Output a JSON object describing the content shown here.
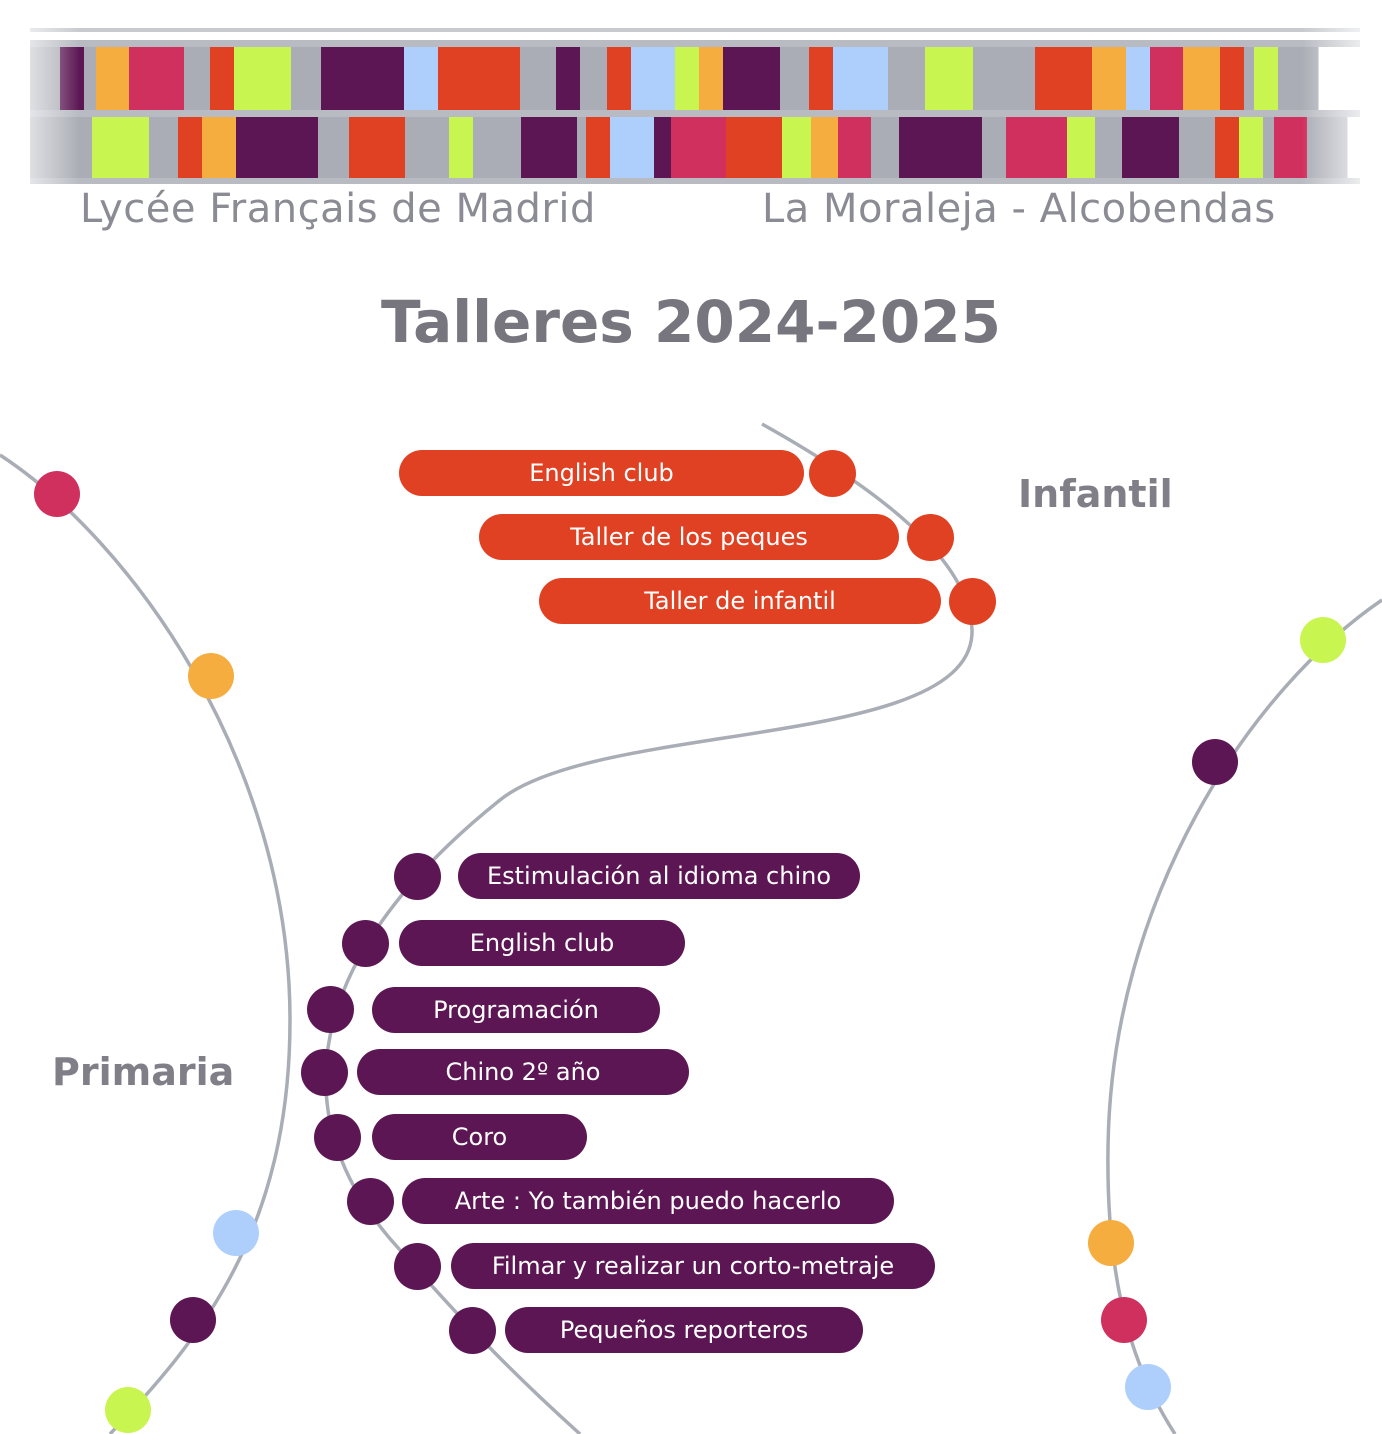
{
  "header": {
    "school_name": "Lycée Français de Madrid",
    "school_location": "La Moraleja - Alcobendas"
  },
  "title": "Talleres 2024-2025",
  "sections": {
    "infantil": {
      "label": "Infantil",
      "color": "#e04123",
      "workshops": [
        {
          "label": "English club"
        },
        {
          "label": "Taller de los peques"
        },
        {
          "label": "Taller de infantil"
        }
      ]
    },
    "primaria": {
      "label": "Primaria",
      "color": "#5b1653",
      "workshops": [
        {
          "label": "Estimulación al idioma chino"
        },
        {
          "label": "English club"
        },
        {
          "label": "Programación"
        },
        {
          "label": "Chino 2º año"
        },
        {
          "label": "Coro"
        },
        {
          "label": "Arte : Yo también puedo hacerlo"
        },
        {
          "label": "Filmar y realizar un corto-metraje"
        },
        {
          "label": "Pequeños reporteros"
        }
      ]
    }
  },
  "palette": {
    "purple": "#5b1653",
    "orange": "#f5ad3f",
    "pink": "#d0305e",
    "red": "#e04123",
    "lime": "#c8f550",
    "light_blue": "#aecffc",
    "gray": "#aaadb5",
    "line_gray": "#a9adb6"
  }
}
